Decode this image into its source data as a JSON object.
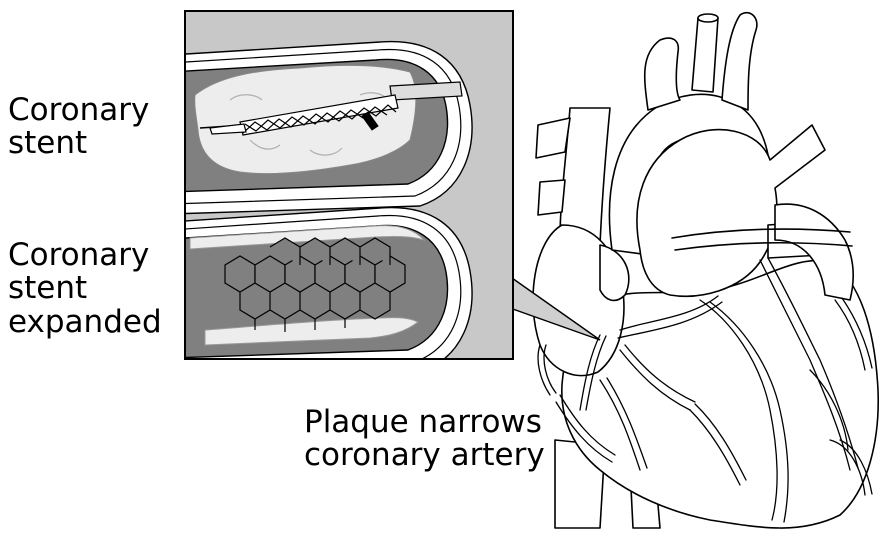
{
  "labels": {
    "stent": [
      "Coronary",
      "stent"
    ],
    "expanded": [
      "Coronary",
      "stent",
      "expanded"
    ],
    "plaque": [
      "Plaque narrows",
      "coronary artery"
    ]
  },
  "colors": {
    "inset_background": "#c8c8c8",
    "vessel_lumen": "#808080",
    "plaque": "#ededed",
    "outline": "#000000",
    "heart_fill": "#ffffff"
  }
}
